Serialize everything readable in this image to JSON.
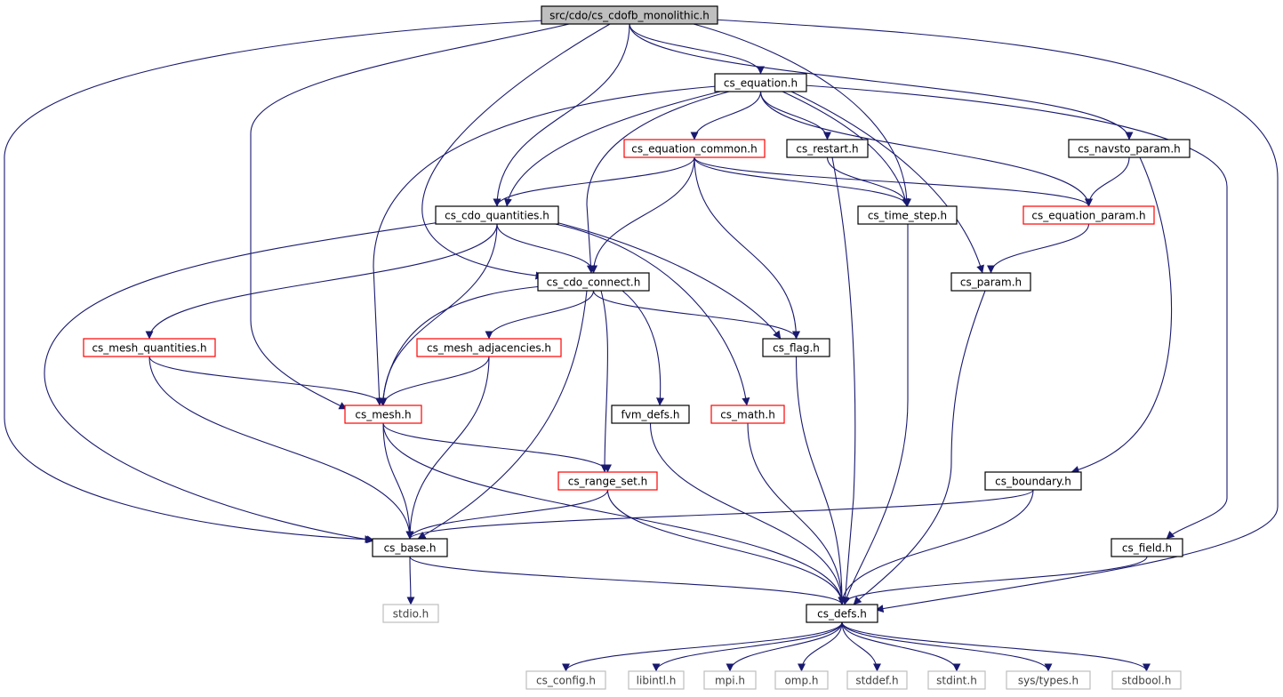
{
  "colors": {
    "edge": "#191970",
    "root_fill": "#bfbfbf",
    "border_normal": "#000000",
    "border_truncated": "#ff0000",
    "border_external": "#bfbfbf"
  },
  "nodes": {
    "root": {
      "label": "src/cdo/cs_cdofb_monolithic.h",
      "style": "root"
    },
    "equation": {
      "label": "cs_equation.h",
      "style": "normal"
    },
    "equation_common": {
      "label": "cs_equation_common.h",
      "style": "red"
    },
    "restart": {
      "label": "cs_restart.h",
      "style": "normal"
    },
    "navsto_param": {
      "label": "cs_navsto_param.h",
      "style": "normal"
    },
    "cdo_quantities": {
      "label": "cs_cdo_quantities.h",
      "style": "normal"
    },
    "time_step": {
      "label": "cs_time_step.h",
      "style": "normal"
    },
    "equation_param": {
      "label": "cs_equation_param.h",
      "style": "red"
    },
    "cdo_connect": {
      "label": "cs_cdo_connect.h",
      "style": "normal"
    },
    "param": {
      "label": "cs_param.h",
      "style": "normal"
    },
    "mesh_quantities": {
      "label": "cs_mesh_quantities.h",
      "style": "red"
    },
    "mesh_adjacencies": {
      "label": "cs_mesh_adjacencies.h",
      "style": "red"
    },
    "flag": {
      "label": "cs_flag.h",
      "style": "normal"
    },
    "mesh": {
      "label": "cs_mesh.h",
      "style": "red"
    },
    "fvm_defs": {
      "label": "fvm_defs.h",
      "style": "normal"
    },
    "math": {
      "label": "cs_math.h",
      "style": "red"
    },
    "range_set": {
      "label": "cs_range_set.h",
      "style": "red"
    },
    "boundary": {
      "label": "cs_boundary.h",
      "style": "normal"
    },
    "base": {
      "label": "cs_base.h",
      "style": "normal"
    },
    "field": {
      "label": "cs_field.h",
      "style": "normal"
    },
    "stdio": {
      "label": "stdio.h",
      "style": "gray"
    },
    "defs": {
      "label": "cs_defs.h",
      "style": "normal"
    },
    "config": {
      "label": "cs_config.h",
      "style": "gray"
    },
    "libintl": {
      "label": "libintl.h",
      "style": "gray"
    },
    "mpi": {
      "label": "mpi.h",
      "style": "gray"
    },
    "omp": {
      "label": "omp.h",
      "style": "gray"
    },
    "stddef": {
      "label": "stddef.h",
      "style": "gray"
    },
    "stdint": {
      "label": "stdint.h",
      "style": "gray"
    },
    "systypes": {
      "label": "sys/types.h",
      "style": "gray"
    },
    "stdbool": {
      "label": "stdbool.h",
      "style": "gray"
    }
  },
  "edges": [
    [
      "root",
      "equation"
    ],
    [
      "root",
      "navsto_param"
    ],
    [
      "root",
      "cdo_quantities"
    ],
    [
      "root",
      "cdo_connect"
    ],
    [
      "root",
      "mesh"
    ],
    [
      "root",
      "base"
    ],
    [
      "root",
      "defs"
    ],
    [
      "root",
      "time_step"
    ],
    [
      "equation",
      "equation_common"
    ],
    [
      "equation",
      "restart"
    ],
    [
      "equation",
      "cdo_quantities"
    ],
    [
      "equation",
      "cdo_connect"
    ],
    [
      "equation",
      "mesh"
    ],
    [
      "equation",
      "time_step"
    ],
    [
      "equation",
      "equation_param"
    ],
    [
      "equation",
      "param"
    ],
    [
      "equation",
      "field"
    ],
    [
      "equation_common",
      "cdo_quantities"
    ],
    [
      "equation_common",
      "cdo_connect"
    ],
    [
      "equation_common",
      "flag"
    ],
    [
      "equation_common",
      "time_step"
    ],
    [
      "equation_common",
      "equation_param"
    ],
    [
      "restart",
      "time_step"
    ],
    [
      "restart",
      "defs"
    ],
    [
      "navsto_param",
      "equation_param"
    ],
    [
      "navsto_param",
      "boundary"
    ],
    [
      "cdo_quantities",
      "cdo_connect"
    ],
    [
      "cdo_quantities",
      "mesh_quantities"
    ],
    [
      "cdo_quantities",
      "mesh"
    ],
    [
      "cdo_quantities",
      "flag"
    ],
    [
      "cdo_quantities",
      "math"
    ],
    [
      "cdo_quantities",
      "base"
    ],
    [
      "time_step",
      "defs"
    ],
    [
      "equation_param",
      "param"
    ],
    [
      "cdo_connect",
      "mesh_adjacencies"
    ],
    [
      "cdo_connect",
      "mesh"
    ],
    [
      "cdo_connect",
      "flag"
    ],
    [
      "cdo_connect",
      "fvm_defs"
    ],
    [
      "cdo_connect",
      "range_set"
    ],
    [
      "cdo_connect",
      "base"
    ],
    [
      "param",
      "defs"
    ],
    [
      "mesh_quantities",
      "mesh"
    ],
    [
      "mesh_quantities",
      "base"
    ],
    [
      "mesh_adjacencies",
      "mesh"
    ],
    [
      "mesh_adjacencies",
      "base"
    ],
    [
      "flag",
      "defs"
    ],
    [
      "mesh",
      "range_set"
    ],
    [
      "mesh",
      "base"
    ],
    [
      "mesh",
      "defs"
    ],
    [
      "fvm_defs",
      "defs"
    ],
    [
      "math",
      "defs"
    ],
    [
      "range_set",
      "base"
    ],
    [
      "range_set",
      "defs"
    ],
    [
      "boundary",
      "base"
    ],
    [
      "boundary",
      "defs"
    ],
    [
      "base",
      "stdio"
    ],
    [
      "base",
      "defs"
    ],
    [
      "field",
      "defs"
    ],
    [
      "defs",
      "config"
    ],
    [
      "defs",
      "libintl"
    ],
    [
      "defs",
      "mpi"
    ],
    [
      "defs",
      "omp"
    ],
    [
      "defs",
      "stddef"
    ],
    [
      "defs",
      "stdint"
    ],
    [
      "defs",
      "systypes"
    ],
    [
      "defs",
      "stdbool"
    ]
  ]
}
